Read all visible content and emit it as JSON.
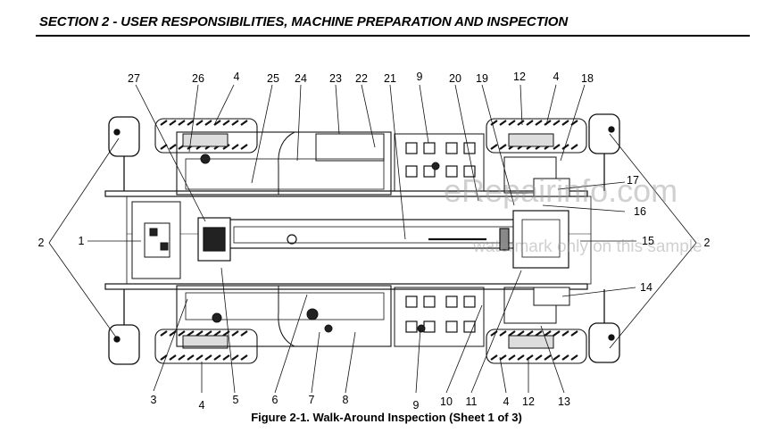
{
  "header": {
    "section_title": "SECTION 2 - USER RESPONSIBILITIES, MACHINE PREPARATION AND INSPECTION"
  },
  "figure": {
    "caption": "Figure 2-1. Walk-Around Inspection (Sheet 1 of 3)"
  },
  "callouts": [
    "27",
    "26",
    "4",
    "25",
    "24",
    "23",
    "22",
    "21",
    "9",
    "20",
    "19",
    "12",
    "4",
    "18",
    "2",
    "1",
    "17",
    "16",
    "15",
    "2",
    "14",
    "3",
    "4",
    "5",
    "6",
    "7",
    "8",
    "9",
    "10",
    "11",
    "4",
    "12",
    "13"
  ],
  "watermark": {
    "site": "eRepairinfo.com",
    "note": "watermark only on this sample"
  }
}
